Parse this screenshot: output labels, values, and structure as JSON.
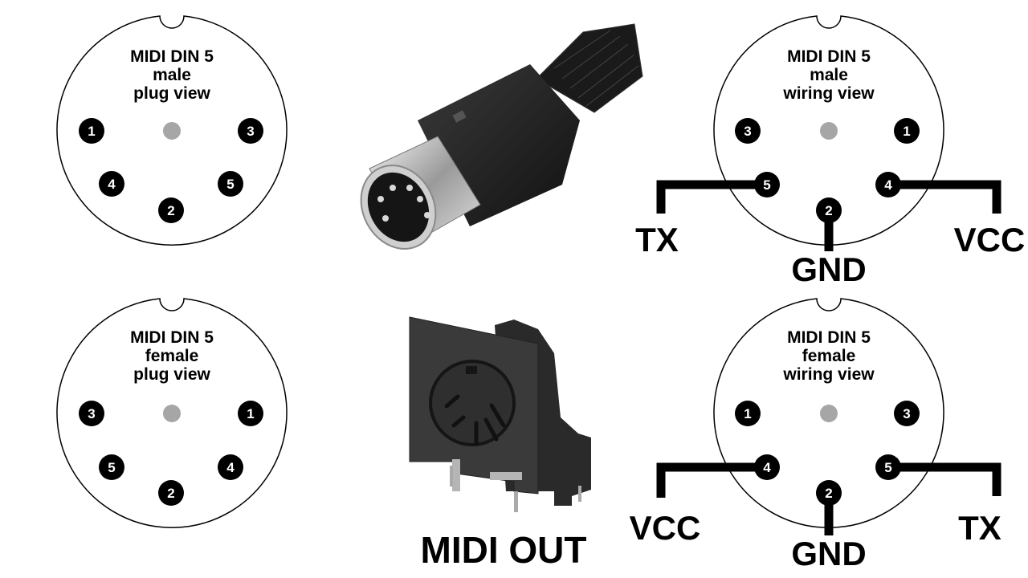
{
  "colors": {
    "outline": "#000000",
    "pin_fill": "#000000",
    "pin_text": "#ffffff",
    "center_dot": "#a6a6a6",
    "background": "#ffffff",
    "plug_body": "#1e1e1e",
    "plug_metal": "#c8c8c8"
  },
  "diagrams": {
    "male_plug": {
      "title": "MIDI DIN 5",
      "subtitle": "male",
      "view": "plug view",
      "pins": [
        "1",
        "3",
        "4",
        "5",
        "2"
      ]
    },
    "male_wiring": {
      "title": "MIDI DIN 5",
      "subtitle": "male",
      "view": "wiring view",
      "pins": [
        "3",
        "1",
        "5",
        "4",
        "2"
      ],
      "wires": {
        "tx": "TX",
        "gnd": "GND",
        "vcc": "VCC"
      }
    },
    "female_plug": {
      "title": "MIDI DIN 5",
      "subtitle": "female",
      "view": "plug view",
      "pins": [
        "3",
        "1",
        "5",
        "4",
        "2"
      ]
    },
    "female_wiring": {
      "title": "MIDI DIN 5",
      "subtitle": "female",
      "view": "wiring view",
      "pins": [
        "1",
        "3",
        "4",
        "5",
        "2"
      ],
      "wires": {
        "vcc": "VCC",
        "gnd": "GND",
        "tx": "TX"
      }
    }
  },
  "photos": {
    "plug_photo": "male DIN 5 plug photo",
    "socket_photo": "DIN 5 panel socket photo",
    "caption": "MIDI OUT"
  }
}
